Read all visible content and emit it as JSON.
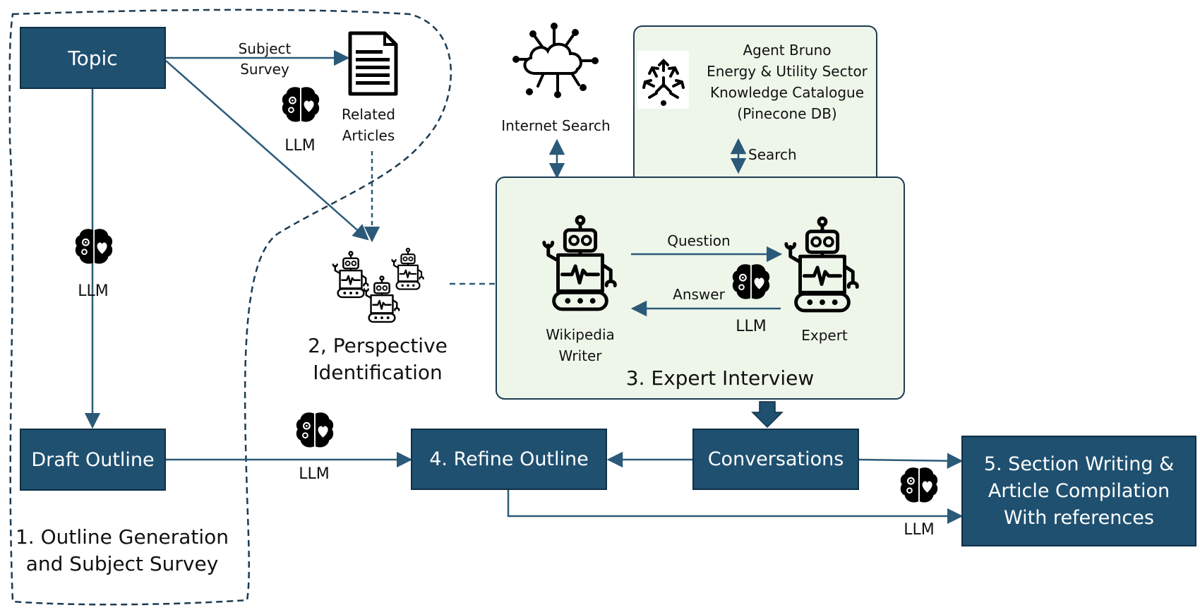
{
  "boxes": {
    "topic": "Topic",
    "draft_outline": "Draft Outline",
    "refine_outline": "4. Refine Outline",
    "conversations": "Conversations",
    "section_writing": [
      "5. Section Writing &",
      "Article Compilation",
      "With references"
    ]
  },
  "edge_labels": {
    "subject_survey": [
      "Subject",
      "Survey"
    ],
    "question": "Question",
    "answer": "Answer",
    "search": "Search"
  },
  "llm_label": "LLM",
  "related_articles": [
    "Related",
    "Articles"
  ],
  "internet_search": "Internet Search",
  "knowledge_catalogue": [
    "Agent Bruno",
    "Energy & Utility Sector",
    "Knowledge Catalogue",
    "(Pinecone DB)"
  ],
  "roles": {
    "writer": [
      "Wikipedia",
      "Writer"
    ],
    "expert": "Expert"
  },
  "stages": {
    "stage1": [
      "1. Outline Generation",
      "and Subject Survey"
    ],
    "stage2": [
      "2, Perspective",
      "Identification"
    ],
    "stage3": "3. Expert Interview"
  },
  "icons": [
    "brain-icon",
    "document-icon",
    "cloud-network-icon",
    "robot-icon",
    "robot-group-icon",
    "pinecone-logo-icon"
  ],
  "colors": {
    "box_fill": "#1f5070",
    "box_border": "#0f2f45",
    "arrow": "#2b5a78",
    "panel_fill": "#eef6ea",
    "panel_border": "#1d3b52"
  }
}
